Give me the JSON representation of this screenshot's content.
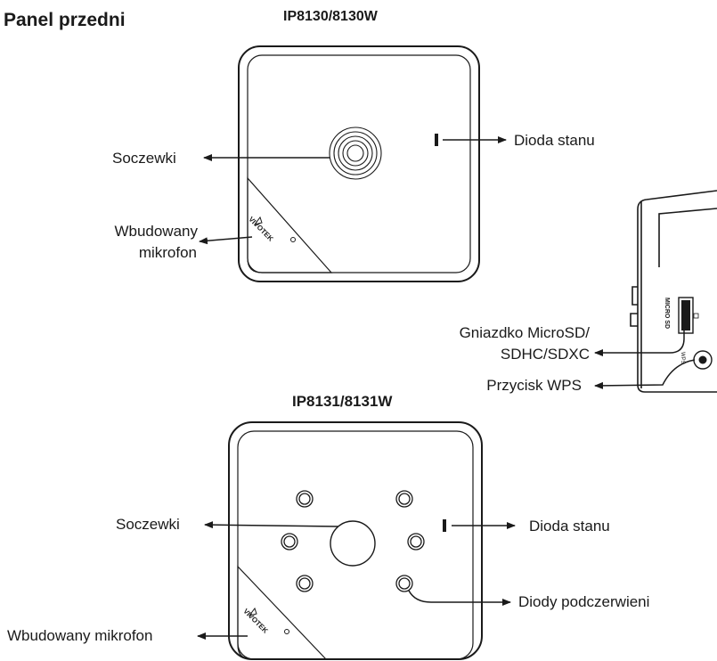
{
  "section_title": "Panel przedni",
  "models": {
    "top": "IP8130/8130W",
    "bottom": "IP8131/8131W"
  },
  "labels": {
    "top_lens": "Soczewki",
    "top_status_led": "Dioda stanu",
    "top_mic_line1": "Wbudowany",
    "top_mic_line2": "mikrofon",
    "sd_slot_line1": "Gniazdko MicroSD/",
    "sd_slot_line2": "SDHC/SDXC",
    "wps_button": "Przycisk WPS",
    "bottom_lens": "Soczewki",
    "bottom_status_led": "Dioda stanu",
    "ir_leds": "Diody podczerwieni",
    "bottom_mic": "Wbudowany mikrofon"
  },
  "device_markings": {
    "brand": "VIVOTEK",
    "sd_slot_text": "MICRO SD",
    "wps_text": "WPS"
  }
}
